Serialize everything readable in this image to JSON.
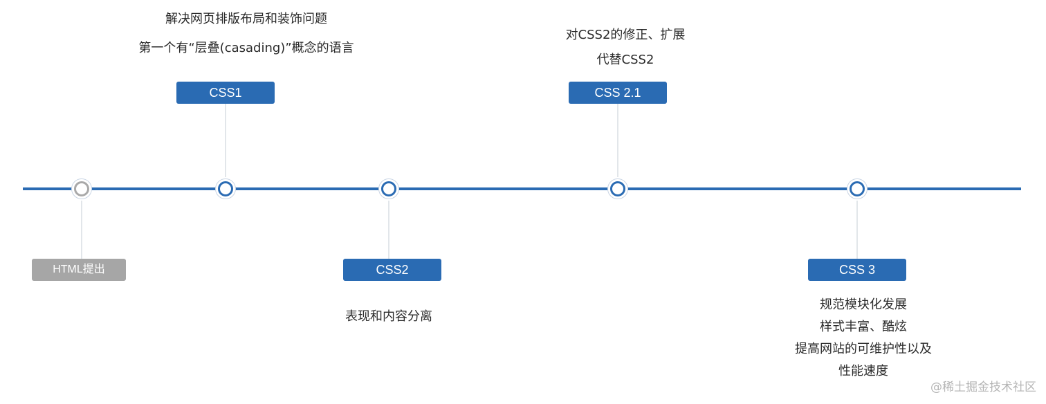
{
  "timeline": {
    "milestones": [
      {
        "label": "HTML提出",
        "style": "gray",
        "side": "below",
        "lines": []
      },
      {
        "label": "CSS1",
        "style": "blue",
        "side": "above",
        "lines": [
          "解决网页排版布局和装饰问题",
          "第一个有“层叠(casading)”概念的语言"
        ]
      },
      {
        "label": "CSS2",
        "style": "blue",
        "side": "below",
        "lines": [
          "表现和内容分离"
        ]
      },
      {
        "label": "CSS 2.1",
        "style": "blue",
        "side": "above",
        "lines": [
          "对CSS2的修正、扩展",
          "代替CSS2"
        ]
      },
      {
        "label": "CSS 3",
        "style": "blue",
        "side": "below",
        "lines": [
          "规范模块化发展",
          "样式丰富、酷炫",
          "提高网站的可维护性以及",
          "性能速度"
        ]
      }
    ]
  },
  "colors": {
    "axis": "#2a6bb3",
    "label_blue": "#2a6bb3",
    "label_gray": "#a6a6a6"
  },
  "watermark": "@稀土掘金技术社区"
}
